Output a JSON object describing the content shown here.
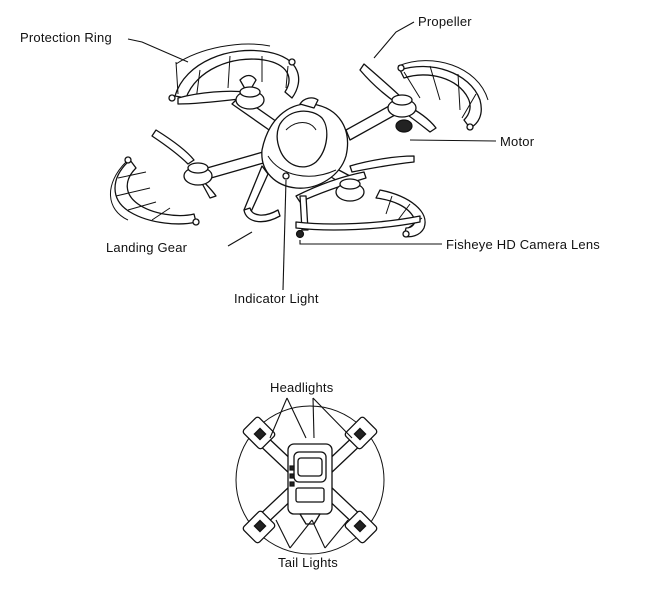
{
  "labels": {
    "protection_ring": "Protection Ring",
    "propeller": "Propeller",
    "motor": "Motor",
    "landing_gear": "Landing Gear",
    "fisheye_camera": "Fisheye HD Camera Lens",
    "indicator_light": "Indicator Light",
    "headlights": "Headlights",
    "tail_lights": "Tail Lights"
  }
}
